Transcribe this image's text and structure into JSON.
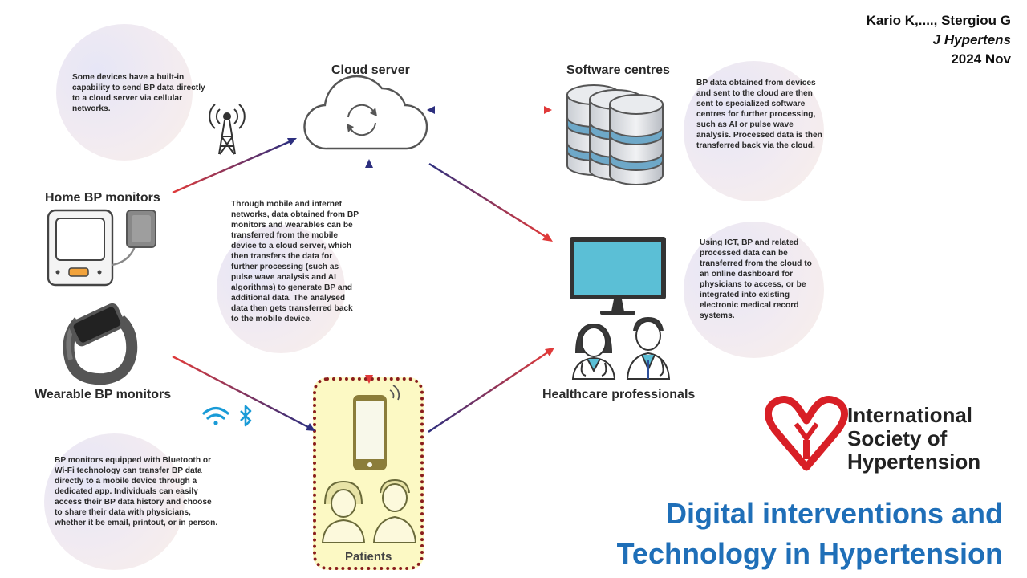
{
  "citation": {
    "authors": "Kario K,...., Stergiou G",
    "journal": "J Hypertens",
    "date": "2024 Nov"
  },
  "title": {
    "line1": "Digital interventions and",
    "line2": "Technology in Hypertension"
  },
  "org": {
    "line1": "International",
    "line2": "Society of",
    "line3": "Hypertension",
    "logo_color": "#d81f26"
  },
  "labels": {
    "cloud_server": "Cloud server",
    "software_centres": "Software centres",
    "home_bp": "Home BP monitors",
    "wearable_bp": "Wearable BP monitors",
    "healthcare": "Healthcare professionals",
    "patients": "Patients"
  },
  "notes": {
    "cellular": "Some devices have a built-in capability to send BP data directly to a cloud server via cellular networks.",
    "mobile": "Through mobile and internet networks, data obtained from BP monitors and wearables can be transferred from the mobile device to a cloud server, which then transfers the data for further processing (such as pulse wave analysis and AI algorithms) to generate BP and additional data. The analysed data then gets transferred back to the mobile device.",
    "software": "BP data obtained from devices and sent to the cloud are then sent to specialized software centres for further processing, such as AI or pulse wave analysis. Processed data is then transferred back via the cloud.",
    "ict": "Using ICT, BP and related processed data can be transferred from the cloud to an online dashboard for physicians to access, or be integrated into existing electronic medical record systems.",
    "bluetooth": "BP monitors equipped with Bluetooth or Wi-Fi technology can transfer BP data directly to a mobile device through a dedicated app. Individuals can easily access their BP data history and choose to share their data with physicians, whether it be email, printout, or in person."
  },
  "colors": {
    "arrow_red": "#e03a3a",
    "arrow_navy": "#2d2f7f",
    "title_blue": "#1f6fb8",
    "screen_blue": "#5bbfd6",
    "db_blue": "#6ea8c8"
  }
}
